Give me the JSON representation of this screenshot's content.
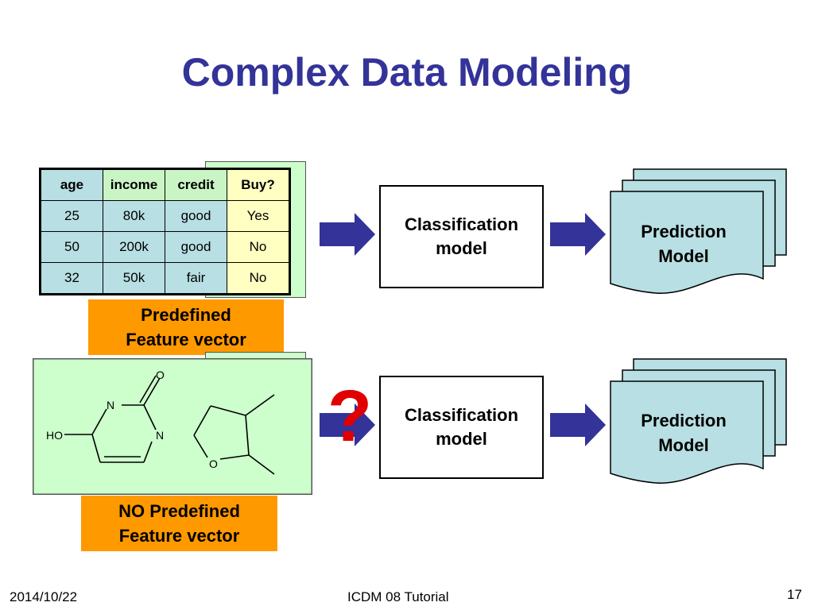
{
  "title": "Complex Data Modeling",
  "table": {
    "headers": [
      "age",
      "income",
      "credit",
      "Buy?"
    ],
    "rows": [
      [
        "25",
        "80k",
        "good",
        "Yes"
      ],
      [
        "50",
        "200k",
        "good",
        "No"
      ],
      [
        "32",
        "50k",
        "fair",
        "No"
      ]
    ]
  },
  "top_row": {
    "feature_label_line1": "Predefined",
    "feature_label_line2": "Feature vector",
    "classifier_line1": "Classification",
    "classifier_line2": "model",
    "prediction_line1": "Prediction",
    "prediction_line2": "Model"
  },
  "bottom_row": {
    "feature_label_line1": "NO Predefined",
    "feature_label_line2": "Feature vector",
    "classifier_line1": "Classification",
    "classifier_line2": "model",
    "prediction_line1": "Prediction",
    "prediction_line2": "Model",
    "question_mark": "?"
  },
  "molecules": {
    "atom_o_top": "O",
    "atom_n_upper": "N",
    "atom_n_right": "N",
    "atom_ho": "HO",
    "atom_o_ring": "O"
  },
  "footer": {
    "date": "2014/10/22",
    "center": "ICDM 08 Tutorial",
    "page_number": "17"
  },
  "colors": {
    "title": "#333399",
    "arrow": "#333399",
    "label_box": "#ff9900",
    "doc_fill": "#b8dfe3",
    "molecule_bg": "#ccffcc",
    "question_mark": "#e00000"
  }
}
